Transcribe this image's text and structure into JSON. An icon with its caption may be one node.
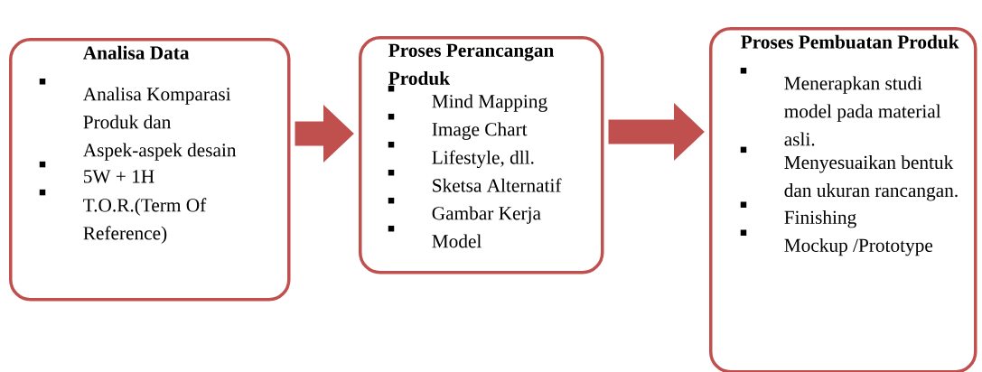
{
  "diagram": {
    "nodes": [
      {
        "text": [
          "Analisa Data",
          "Analisa Komparasi Produk dan Aspek-aspek desain",
          "5W + 1H",
          "T.O.R.(Term Of Reference)"
        ]
      },
      {
        "text": [
          "Proses Perancangan Produk",
          "Mind Mapping",
          "Image Chart",
          "Lifestyle, dll.",
          "Sketsa Alternatif",
          "Gambar Kerja",
          "Model"
        ]
      },
      {
        "text": [
          "Proses Pembuatan Produk",
          "Menerapkan studi model pada material asli.",
          "Menyesuaikan bentuk dan ukuran rancangan.",
          "Finishing",
          "Mockup /Prototype"
        ]
      }
    ],
    "edges": [
      {
        "from": 0,
        "to": 1,
        "arrow": "to"
      },
      {
        "from": 1,
        "to": 2,
        "arrow": "to"
      }
    ]
  }
}
